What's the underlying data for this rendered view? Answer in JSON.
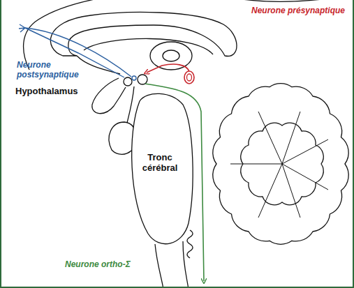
{
  "diagram": {
    "labels": [
      "Neurone présynaptique",
      "Neurone postsynaptique",
      "Hypothalamus",
      "Tronc cérébral",
      "Neurone ortho-Σ"
    ]
  }
}
